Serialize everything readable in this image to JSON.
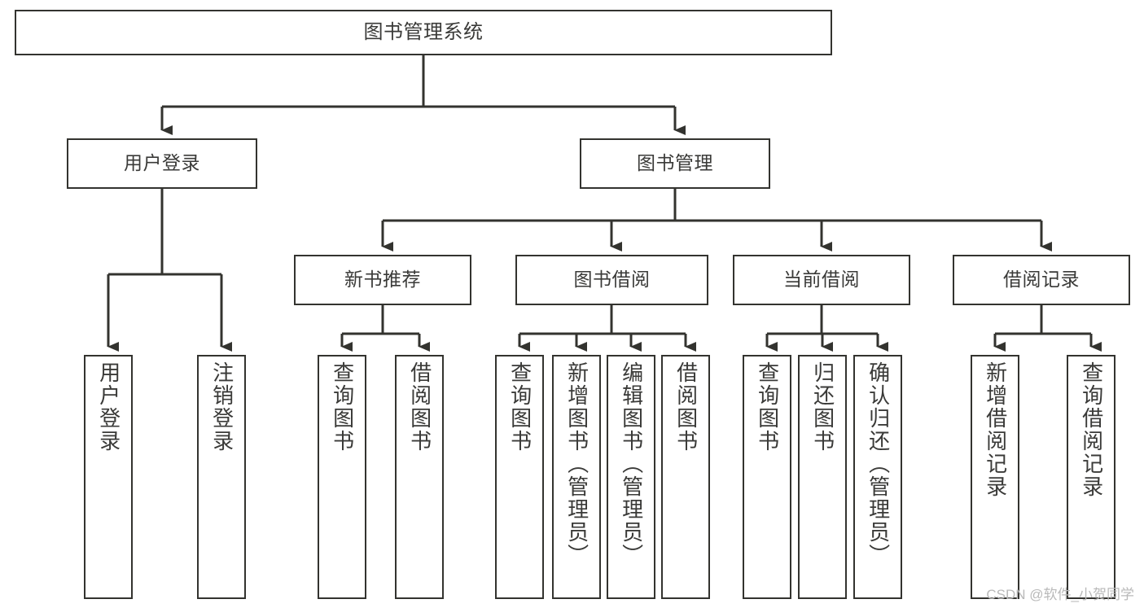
{
  "diagram": {
    "title": "图书管理系统",
    "watermark": "CSDN @软件_小贺同学",
    "root": {
      "id": "root",
      "label": "图书管理系统"
    },
    "level2": [
      {
        "id": "user-login",
        "label": "用户登录"
      },
      {
        "id": "book-management",
        "label": "图书管理"
      }
    ],
    "level3": [
      {
        "id": "new-book-recommend",
        "label": "新书推荐"
      },
      {
        "id": "book-borrow",
        "label": "图书借阅"
      },
      {
        "id": "current-borrow",
        "label": "当前借阅"
      },
      {
        "id": "borrow-record",
        "label": "借阅记录"
      }
    ],
    "leaves": {
      "user_login": [
        {
          "id": "leaf-user-login",
          "label": "用户登录"
        },
        {
          "id": "leaf-logout-login",
          "label": "注销登录"
        }
      ],
      "new_book_recommend": [
        {
          "id": "leaf-query-book-1",
          "label": "查询图书"
        },
        {
          "id": "leaf-borrow-book-1",
          "label": "借阅图书"
        }
      ],
      "book_borrow": [
        {
          "id": "leaf-query-book-2",
          "label": "查询图书"
        },
        {
          "id": "leaf-add-book-admin",
          "label": "新增图书（管理员）"
        },
        {
          "id": "leaf-edit-book-admin",
          "label": "编辑图书（管理员）"
        },
        {
          "id": "leaf-borrow-book-2",
          "label": "借阅图书"
        }
      ],
      "current_borrow": [
        {
          "id": "leaf-query-book-3",
          "label": "查询图书"
        },
        {
          "id": "leaf-return-book",
          "label": "归还图书"
        },
        {
          "id": "leaf-confirm-return-admin",
          "label": "确认归还（管理员）"
        }
      ],
      "borrow_record": [
        {
          "id": "leaf-add-borrow-record",
          "label": "新增借阅记录"
        },
        {
          "id": "leaf-query-borrow-record",
          "label": "查询借阅记录"
        }
      ]
    },
    "colors": {
      "stroke": "#33332f",
      "text": "#3a3a38",
      "background": "#ffffff",
      "watermark": "#b9b9b9"
    }
  }
}
